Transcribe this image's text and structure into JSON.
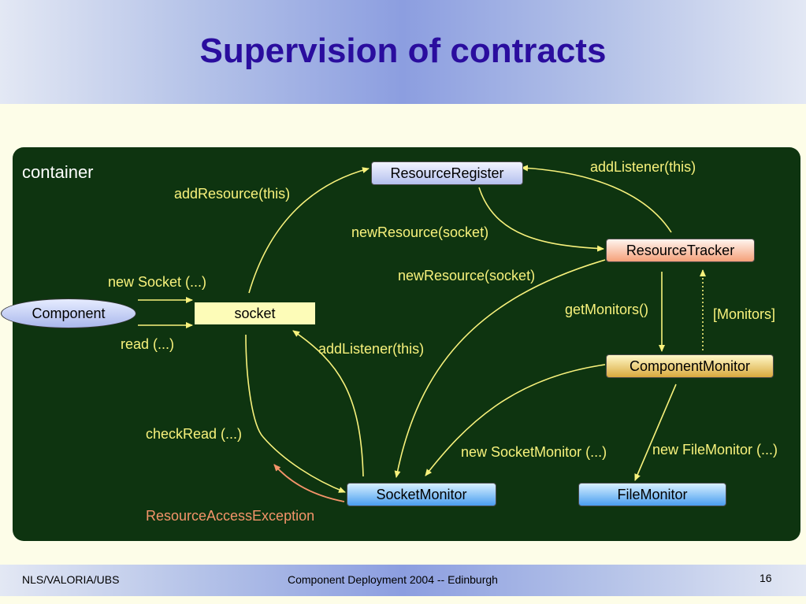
{
  "title": "Supervision of contracts",
  "container_label": "container",
  "nodes": {
    "component": "Component",
    "socket": "socket",
    "resource_register": "ResourceRegister",
    "resource_tracker": "ResourceTracker",
    "component_monitor": "ComponentMonitor",
    "socket_monitor": "SocketMonitor",
    "file_monitor": "FileMonitor"
  },
  "edge_labels": {
    "add_resource": "addResource(this)",
    "add_listener_register": "addListener(this)",
    "new_resource_1": "newResource(socket)",
    "new_resource_2": "newResource(socket)",
    "new_socket": "new Socket (...)",
    "read": "read (...)",
    "add_listener_socket": "addListener(this)",
    "get_monitors": "getMonitors()",
    "monitors": "[Monitors]",
    "check_read": "checkRead (...)",
    "new_socket_monitor": "new SocketMonitor (...)",
    "new_file_monitor": "new FileMonitor (...)",
    "resource_access_exception": "ResourceAccessException"
  },
  "colors": {
    "title": "#2a0d9e",
    "panel": "#0e3410",
    "arrow": "#f8f27c",
    "exception": "#f4946a"
  },
  "footer": {
    "left": "NLS/VALORIA/UBS",
    "center": "Component Deployment 2004 -- Edinburgh",
    "page": "16"
  }
}
